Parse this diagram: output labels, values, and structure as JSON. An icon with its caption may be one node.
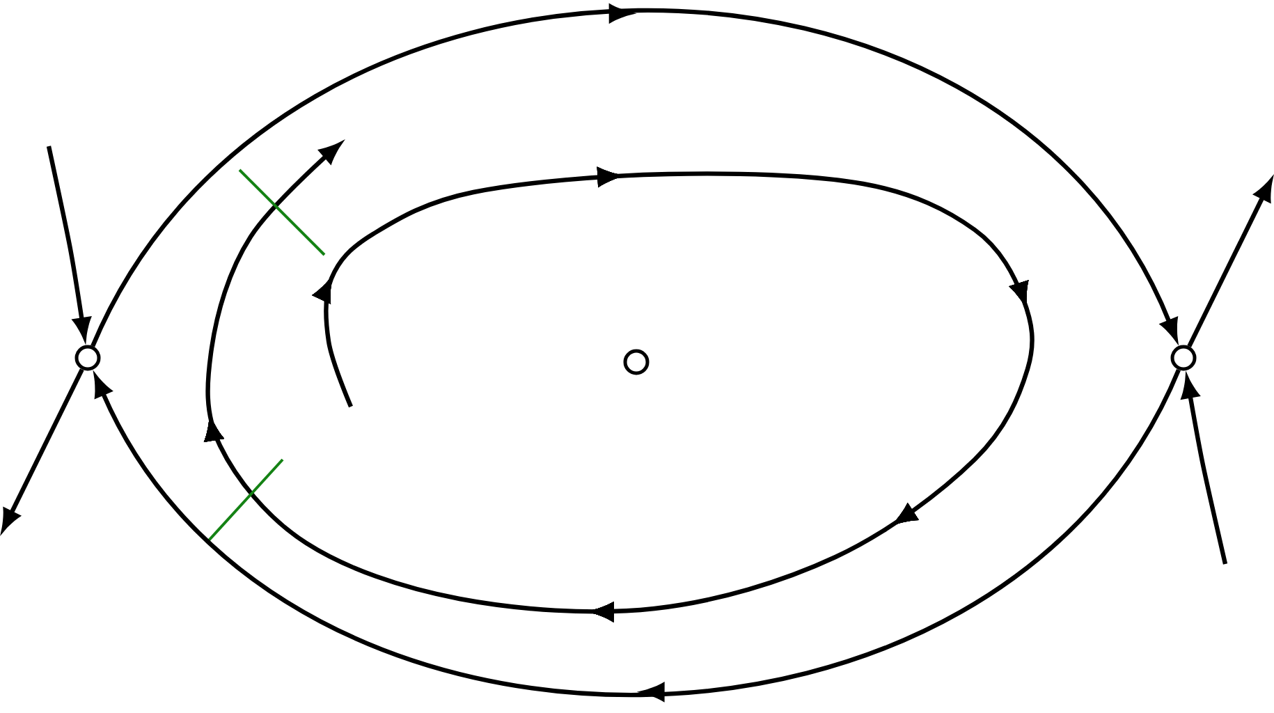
{
  "diagram": {
    "nodes": [
      {
        "text": [],
        "shape": "circle"
      },
      {
        "text": [],
        "shape": "circle"
      },
      {
        "text": [],
        "shape": "circle"
      }
    ],
    "edges": [
      {
        "from": 0,
        "to": 2,
        "arrow": "to"
      },
      {
        "from": 2,
        "to": 0,
        "arrow": "to"
      },
      {
        "from": null,
        "to": 0,
        "arrow": "to"
      },
      {
        "from": 0,
        "to": null,
        "arrow": "to"
      },
      {
        "from": 2,
        "to": null,
        "arrow": "to"
      },
      {
        "from": null,
        "to": 2,
        "arrow": "to"
      }
    ]
  }
}
